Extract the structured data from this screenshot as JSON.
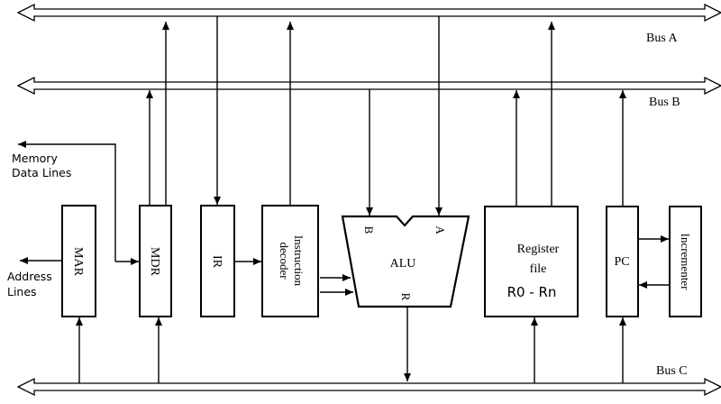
{
  "buses": {
    "a": "Bus A",
    "b": "Bus B",
    "c": "Bus C"
  },
  "memory_data_lines": [
    "Memory",
    "Data Lines"
  ],
  "address_lines": [
    "Address",
    "Lines"
  ],
  "blocks": {
    "mar": "MAR",
    "mdr": "MDR",
    "ir": "IR",
    "decoder": [
      "Instruction",
      "decoder"
    ],
    "alu": "ALU",
    "alu_input_a": "A",
    "alu_input_b": "B",
    "alu_output_r": "R",
    "register_file": [
      "Register",
      "file"
    ],
    "register_range": "R0 - Rn",
    "pc": "PC",
    "incrementer": "Incrementer"
  },
  "colors": {
    "line": "#000000",
    "background": "#ffffff"
  }
}
